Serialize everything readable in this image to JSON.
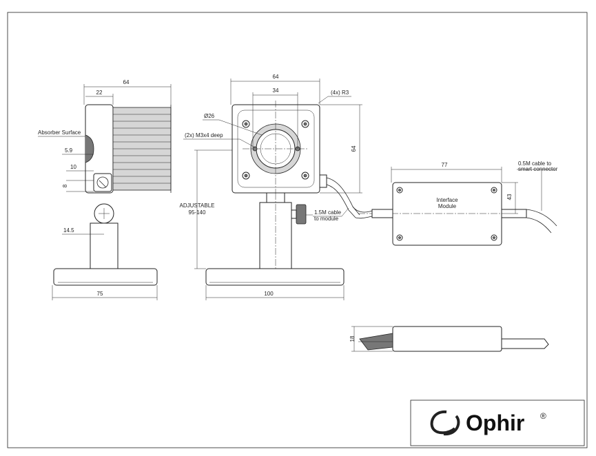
{
  "side_view": {
    "overall_width": "64",
    "front_width": "22",
    "absorber_label": "Absorber Surface",
    "absorber_depth": "5.9",
    "clamp_offset": "10",
    "clamp_height": "8",
    "post_offset": "14.5",
    "base_width": "75"
  },
  "front_view": {
    "width": "64",
    "aperture_spacing": "34",
    "corner_radius": "(4x) R3",
    "aperture_diameter": "Ø26",
    "mount_holes": "(2x) M3x4 deep",
    "height": "64",
    "adjustable_label": "ADJUSTABLE",
    "adjustable_range": "95-140",
    "base_width": "100",
    "cable_label_line1": "1.5M cable",
    "cable_label_line2": "to module"
  },
  "module_view": {
    "width": "77",
    "height": "43",
    "label_line1": "Interface",
    "label_line2": "Module",
    "cable_label_line1": "0.5M cable to",
    "cable_label_line2": "smart connector",
    "thickness": "18"
  },
  "logo": {
    "brand": "Ophir",
    "registered": "®",
    "color": "#111111"
  }
}
